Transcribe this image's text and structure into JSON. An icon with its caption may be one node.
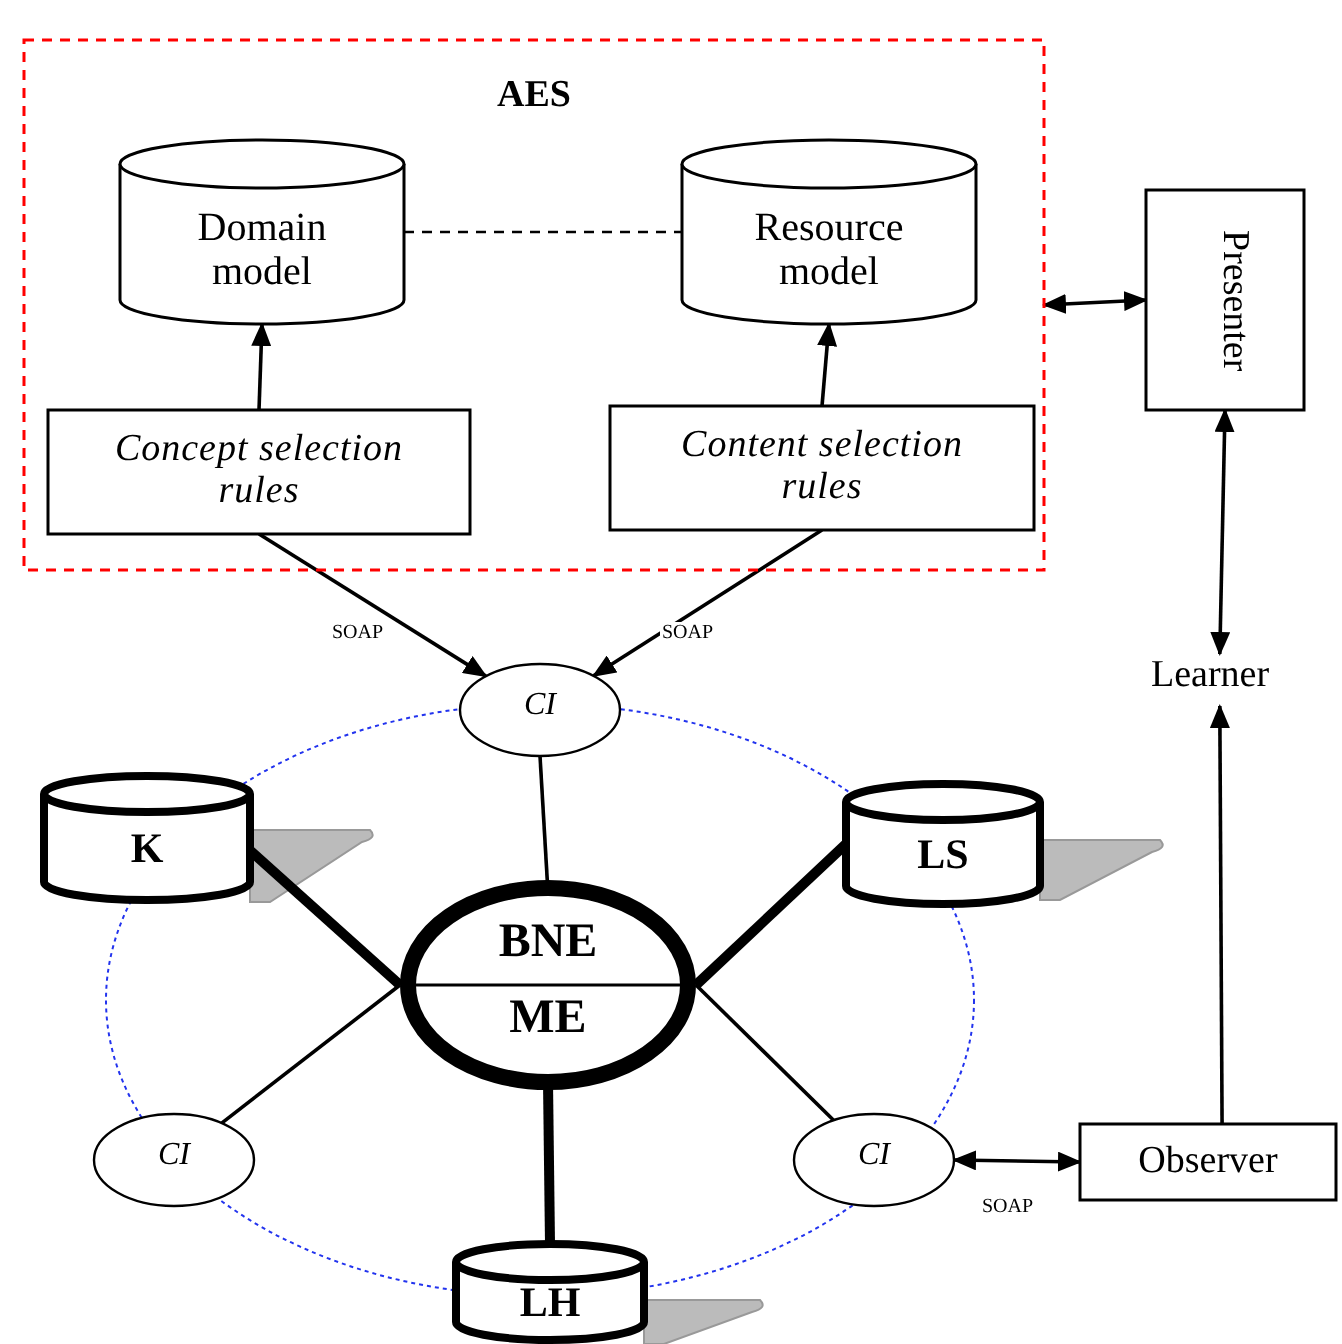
{
  "diagram": {
    "nodes": [
      {
        "text": [
          "AES"
        ]
      },
      {
        "text": [
          "Domain model"
        ],
        "in": 0
      },
      {
        "text": [
          "Resource model"
        ],
        "in": 0
      },
      {
        "text": [
          "Concept selection rules"
        ],
        "in": 0
      },
      {
        "text": [
          "Content selection rules"
        ],
        "in": 0
      },
      {
        "text": [
          "Presenter"
        ]
      },
      {
        "text": [
          "Learner"
        ]
      },
      {
        "text": [
          "CI"
        ]
      },
      {
        "text": [
          "K"
        ]
      },
      {
        "text": [
          "LS"
        ]
      },
      {
        "text": [
          "BNE",
          "ME"
        ]
      },
      {
        "text": [
          "CI"
        ]
      },
      {
        "text": [
          "CI"
        ]
      },
      {
        "text": [
          "Observer"
        ]
      },
      {
        "text": [
          "LH"
        ]
      }
    ],
    "edges": [
      {
        "from": 3,
        "to": 1,
        "arrow": "to"
      },
      {
        "from": 4,
        "to": 2,
        "arrow": "to"
      },
      {
        "from": 1,
        "to": 2,
        "arrow": "none",
        "style": "dashed"
      },
      {
        "from": 0,
        "to": 5,
        "arrow": "both"
      },
      {
        "from": 5,
        "to": 6,
        "arrow": "both"
      },
      {
        "from": 13,
        "to": 6,
        "arrow": "to"
      },
      {
        "from": 3,
        "to": 7,
        "arrow": "to",
        "label": "SOAP"
      },
      {
        "from": 4,
        "to": 7,
        "arrow": "to",
        "label": "SOAP"
      },
      {
        "from": 7,
        "to": 10,
        "arrow": "none"
      },
      {
        "from": 8,
        "to": 10,
        "arrow": "none",
        "style": "thick"
      },
      {
        "from": 9,
        "to": 10,
        "arrow": "none",
        "style": "thick"
      },
      {
        "from": 11,
        "to": 10,
        "arrow": "none"
      },
      {
        "from": 12,
        "to": 10,
        "arrow": "none"
      },
      {
        "from": 14,
        "to": 10,
        "arrow": "none",
        "style": "thick"
      },
      {
        "from": 12,
        "to": 13,
        "arrow": "both",
        "label": "SOAP"
      }
    ]
  }
}
